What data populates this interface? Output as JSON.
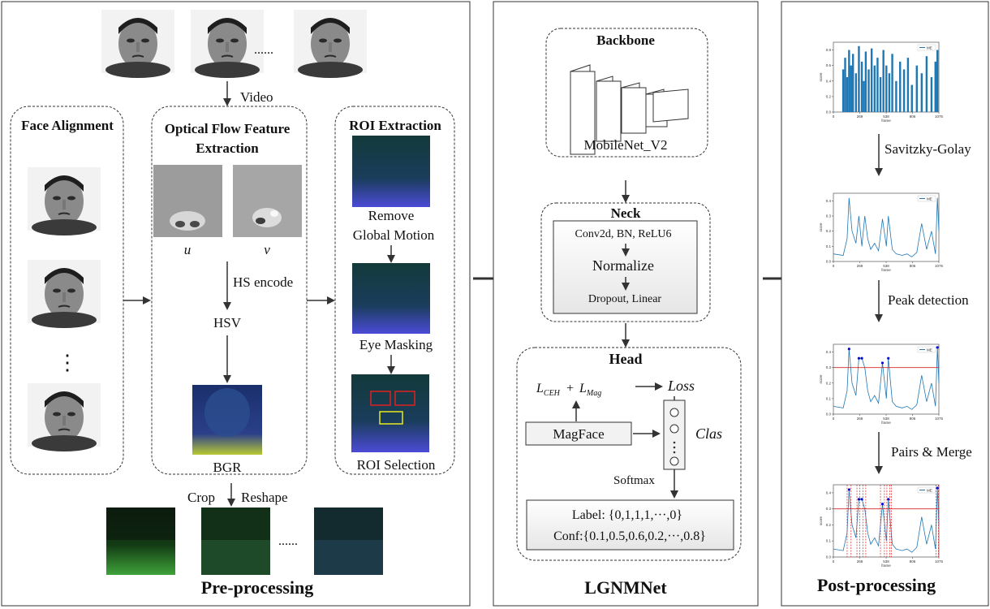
{
  "preprocessing": {
    "title": "Pre-processing",
    "video_label": "Video",
    "video_ellipsis": "......",
    "face_alignment": {
      "title": "Face Alignment",
      "ellipsis": "⋮"
    },
    "optical_flow": {
      "title_line1": "Optical Flow Feature",
      "title_line2": "Extraction",
      "u_label": "u",
      "v_label": "v",
      "hs_encode": "HS encode",
      "hsv": "HSV",
      "bgr": "BGR"
    },
    "roi_extraction": {
      "title": "ROI Extraction",
      "remove_line1": "Remove",
      "remove_line2": "Global Motion",
      "eye_masking": "Eye Masking",
      "roi_selection": "ROI Selection"
    },
    "crop": "Crop",
    "reshape": "Reshape",
    "crop_ellipsis": "......"
  },
  "lgnmnet": {
    "title": "LGNMNet",
    "backbone": {
      "title": "Backbone",
      "model": "MobileNet_V2"
    },
    "neck": {
      "title": "Neck",
      "layer1": "Conv2d, BN, ReLU6",
      "layer2": "Normalize",
      "layer3": "Dropout, Linear"
    },
    "head": {
      "title": "Head",
      "loss_lhs_main1": "L",
      "loss_lhs_sub1": "CEH",
      "loss_plus": "+",
      "loss_lhs_main2": "L",
      "loss_lhs_sub2": "Mag",
      "loss": "Loss",
      "magface": "MagFace",
      "clas": "Clas",
      "softmax": "Softmax",
      "label_line": "Label: {0,1,1,1,···,0}",
      "conf_line": "Conf:{0.1,0.5,0.6,0.2,···,0.8}"
    }
  },
  "postprocessing": {
    "title": "Post-processing",
    "step1": "Savitzky-Golay",
    "step2": "Peak detection",
    "step3": "Pairs & Merge",
    "legend": "ME",
    "xlabel": "frame",
    "ylabel": "score",
    "xticks": [
      "0",
      "269",
      "538",
      "806",
      "1075"
    ]
  },
  "chart_data": [
    {
      "type": "bar",
      "xlabel": "frame",
      "ylabel": "score",
      "legend": [
        "ME"
      ],
      "xlim": [
        0,
        1075
      ],
      "ylim": [
        0,
        0.9
      ],
      "yticks": [
        0.0,
        0.2,
        0.4,
        0.6,
        0.8
      ],
      "xticks": [
        0,
        269,
        538,
        806,
        1075
      ],
      "series": [
        {
          "name": "ME",
          "x": [
            100,
            120,
            140,
            160,
            180,
            200,
            230,
            260,
            290,
            310,
            330,
            360,
            390,
            420,
            450,
            480,
            510,
            540,
            570,
            600,
            640,
            680,
            720,
            760,
            800,
            850,
            900,
            950,
            1000,
            1040,
            1060
          ],
          "values": [
            0.55,
            0.7,
            0.45,
            0.8,
            0.6,
            0.75,
            0.5,
            0.85,
            0.65,
            0.4,
            0.78,
            0.55,
            0.82,
            0.6,
            0.7,
            0.45,
            0.8,
            0.6,
            0.5,
            0.75,
            0.4,
            0.65,
            0.55,
            0.7,
            0.35,
            0.6,
            0.5,
            0.72,
            0.45,
            0.65,
            0.8
          ]
        }
      ]
    },
    {
      "type": "line",
      "xlabel": "frame",
      "ylabel": "score",
      "legend": [
        "ME"
      ],
      "xlim": [
        0,
        1075
      ],
      "ylim": [
        0,
        0.45
      ],
      "yticks": [
        0.0,
        0.1,
        0.2,
        0.3,
        0.4
      ],
      "xticks": [
        0,
        269,
        538,
        806,
        1075
      ],
      "series": [
        {
          "name": "ME",
          "x": [
            0,
            100,
            140,
            160,
            190,
            230,
            260,
            290,
            320,
            350,
            380,
            420,
            460,
            500,
            540,
            560,
            600,
            640,
            700,
            750,
            800,
            850,
            900,
            950,
            1000,
            1040,
            1060,
            1075
          ],
          "values": [
            0.05,
            0.04,
            0.15,
            0.42,
            0.2,
            0.12,
            0.3,
            0.1,
            0.3,
            0.15,
            0.08,
            0.12,
            0.07,
            0.28,
            0.1,
            0.3,
            0.08,
            0.05,
            0.04,
            0.05,
            0.03,
            0.06,
            0.25,
            0.08,
            0.2,
            0.05,
            0.42,
            0.2
          ]
        }
      ]
    },
    {
      "type": "line",
      "xlabel": "frame",
      "ylabel": "score",
      "legend": [
        "ME"
      ],
      "xlim": [
        0,
        1075
      ],
      "ylim": [
        0,
        0.45
      ],
      "yticks": [
        0.0,
        0.1,
        0.2,
        0.3,
        0.4
      ],
      "xticks": [
        0,
        269,
        538,
        806,
        1075
      ],
      "threshold": 0.3,
      "peaks_x": [
        160,
        260,
        290,
        500,
        560,
        1060
      ],
      "series": [
        {
          "name": "ME",
          "x": [
            0,
            100,
            140,
            160,
            190,
            230,
            260,
            290,
            320,
            350,
            380,
            420,
            460,
            500,
            540,
            560,
            600,
            640,
            700,
            750,
            800,
            850,
            900,
            950,
            1000,
            1040,
            1060,
            1075
          ],
          "values": [
            0.05,
            0.04,
            0.15,
            0.42,
            0.2,
            0.12,
            0.36,
            0.36,
            0.3,
            0.15,
            0.08,
            0.12,
            0.07,
            0.33,
            0.1,
            0.36,
            0.08,
            0.05,
            0.04,
            0.05,
            0.03,
            0.06,
            0.25,
            0.08,
            0.2,
            0.05,
            0.43,
            0.2
          ]
        }
      ]
    },
    {
      "type": "line",
      "xlabel": "frame",
      "ylabel": "score",
      "legend": [
        "ME"
      ],
      "xlim": [
        0,
        1075
      ],
      "ylim": [
        0,
        0.45
      ],
      "yticks": [
        0.0,
        0.1,
        0.2,
        0.3,
        0.4
      ],
      "xticks": [
        0,
        269,
        538,
        806,
        1075
      ],
      "threshold": 0.3,
      "peaks_x": [
        160,
        260,
        290,
        500,
        560,
        1060
      ],
      "interval_lines_x": [
        140,
        180,
        240,
        270,
        300,
        330,
        480,
        520,
        545,
        575,
        590,
        1045,
        1070
      ],
      "series": [
        {
          "name": "ME",
          "x": [
            0,
            100,
            140,
            160,
            190,
            230,
            260,
            290,
            320,
            350,
            380,
            420,
            460,
            500,
            540,
            560,
            600,
            640,
            700,
            750,
            800,
            850,
            900,
            950,
            1000,
            1040,
            1060,
            1075
          ],
          "values": [
            0.05,
            0.04,
            0.15,
            0.42,
            0.2,
            0.12,
            0.36,
            0.36,
            0.3,
            0.15,
            0.08,
            0.12,
            0.07,
            0.33,
            0.1,
            0.36,
            0.08,
            0.05,
            0.04,
            0.05,
            0.03,
            0.06,
            0.25,
            0.08,
            0.2,
            0.05,
            0.43,
            0.2
          ]
        }
      ]
    }
  ]
}
